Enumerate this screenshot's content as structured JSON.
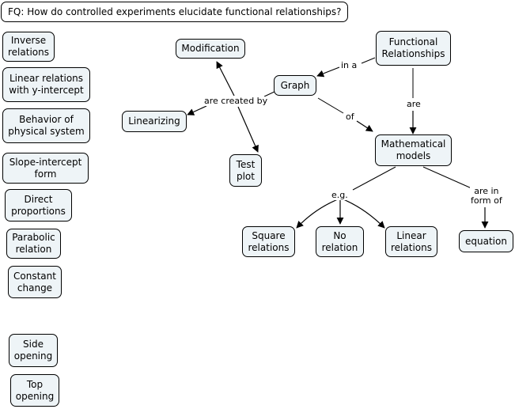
{
  "focus_question": "FQ: How do controlled experiments elucidate functional relationships?",
  "parking_lot": [
    "Inverse\nrelations",
    "Linear relations\nwith y-intercept",
    "Behavior of\nphysical system",
    "Slope-intercept\nform",
    "Direct\nproportions",
    "Parabolic\nrelation",
    "Constant\nchange",
    "Side\nopening",
    "Top\nopening"
  ],
  "concepts": {
    "functional_relationships": "Functional\nRelationships",
    "graph": "Graph",
    "modification": "Modification",
    "linearizing": "Linearizing",
    "test_plot": "Test\nplot",
    "mathematical_models": "Mathematical\nmodels",
    "square_relations": "Square\nrelations",
    "no_relation": "No\nrelation",
    "linear_relations": "Linear\nrelations",
    "equation": "equation"
  },
  "link_labels": {
    "in_a": "in a",
    "are_created_by": "are created by",
    "of": "of",
    "are": "are",
    "eg": "e.g.",
    "are_in_form_of": "are in\nform of"
  },
  "colors": {
    "node_fill": "#eef4f7",
    "node_border": "#000000",
    "link": "#000000"
  }
}
